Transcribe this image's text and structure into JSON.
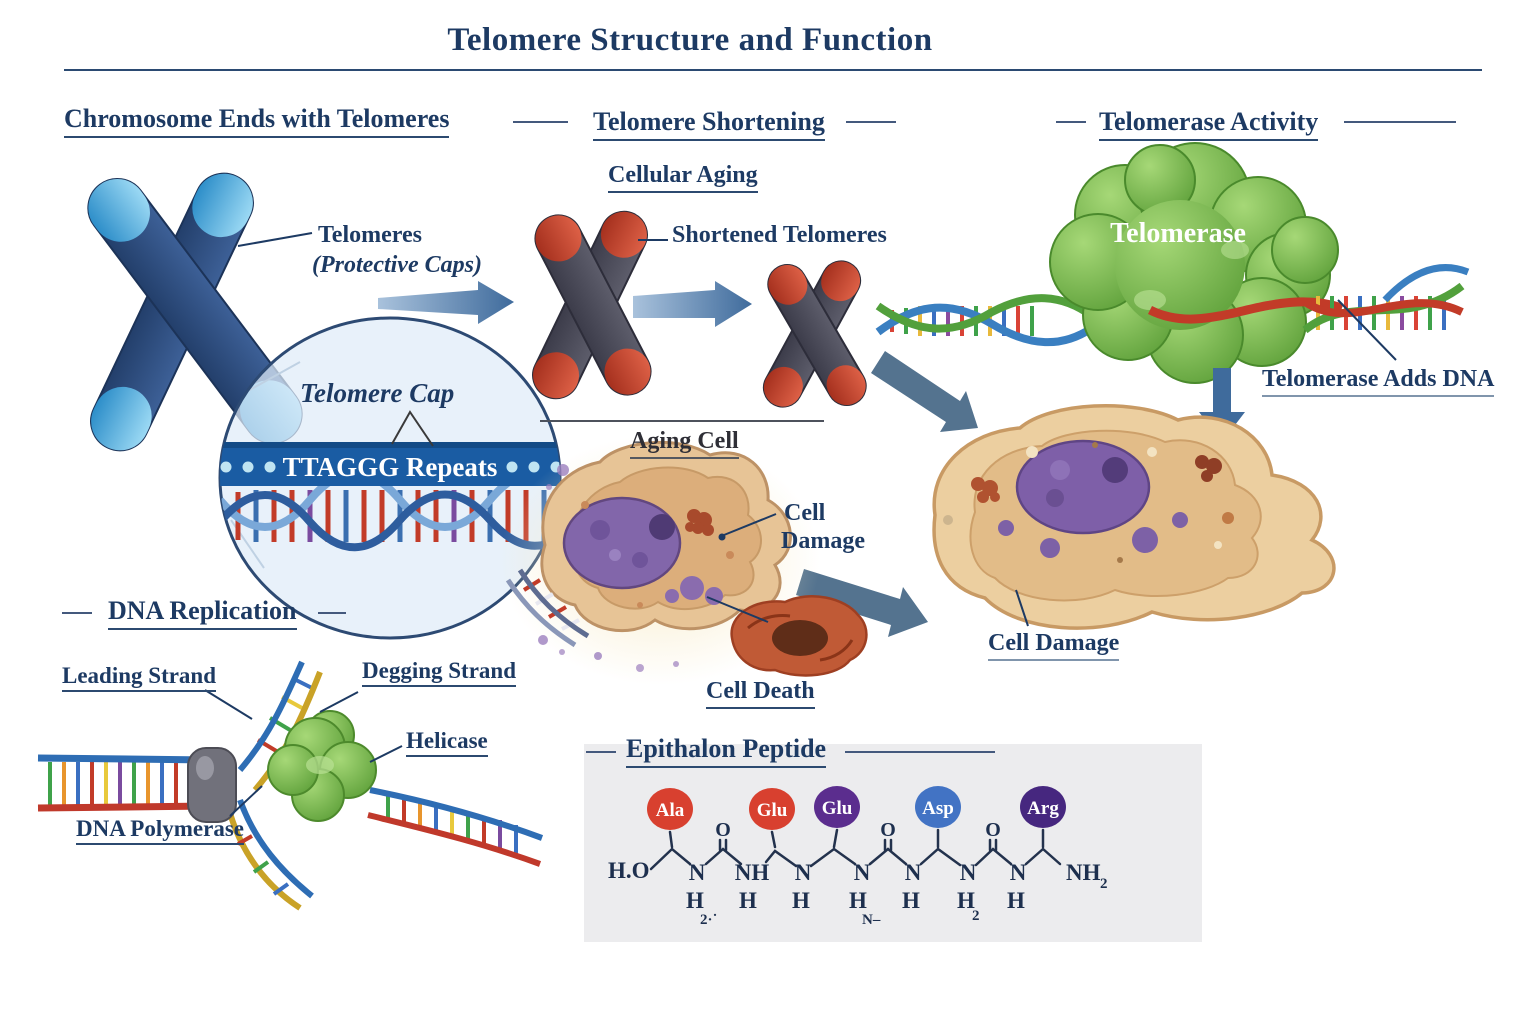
{
  "header": {
    "title": "Telomere Structure and Function"
  },
  "chromosome_section": {
    "heading": "Chromosome Ends with Telomeres",
    "telomeres_label": "Telomeres",
    "telomeres_sublabel": "(Protective Caps)",
    "cap_label": "Telomere Cap",
    "repeats_label": "TTAGGG Repeats"
  },
  "shortening_section": {
    "heading": "Telomere Shortening",
    "subheading": "Cellular Aging",
    "shortened_label": "Shortened Telomeres",
    "aging_cell_label": "Aging Cell",
    "cell_damage_line1": "Cell",
    "cell_damage_line2": "Damage",
    "cell_death_label": "Cell Death"
  },
  "telomerase_section": {
    "heading": "Telomerase Activity",
    "enzyme_label": "Telomerase",
    "adds_dna_label": "Telomerase Adds DNA",
    "cell_damage_label": "Cell Damage"
  },
  "replication_section": {
    "heading": "DNA Replication",
    "leading_strand_label": "Leading Strand",
    "lagging_strand_label": "Degging Strand",
    "helicase_label": "Helicase",
    "polymerase_label": "DNA Polymerase"
  },
  "peptide_section": {
    "heading": "Epithalon Peptide",
    "amino_acids": [
      {
        "label": "Ala",
        "color": "#d8402f"
      },
      {
        "label": "Glu",
        "color": "#d8402f"
      },
      {
        "label": "Glu",
        "color": "#5b2d8e"
      },
      {
        "label": "Asp",
        "color": "#4273c4"
      },
      {
        "label": "Arg",
        "color": "#46277f"
      }
    ],
    "oxygen_label": "O",
    "left_terminus": "H.O",
    "nitrogen_labels": [
      "N",
      "NH",
      "N",
      "N",
      "N",
      "N",
      "N"
    ],
    "hydrogen_labels": [
      "H",
      "H",
      "H",
      "H",
      "H",
      "H",
      "H"
    ],
    "subscript_labels": [
      "2·˙",
      "",
      "",
      "N–",
      "",
      "2",
      ""
    ],
    "right_terminus": "NH",
    "right_terminus_subscript": "2"
  },
  "colors": {
    "text_navy": "#1d3a63",
    "rule_navy": "#2b4a72",
    "chromosome_blue": "#2f4f80",
    "telomere_cap_blue": "#59b3e2",
    "shortened_body_gray": "#4e4e5c",
    "shortened_tip_red": "#c53e2a",
    "telomerase_green": "#6ab440",
    "cell_tan": "#eccfa0",
    "nucleus_purple": "#7e5fa8",
    "banner_blue": "#1a5ca3"
  }
}
